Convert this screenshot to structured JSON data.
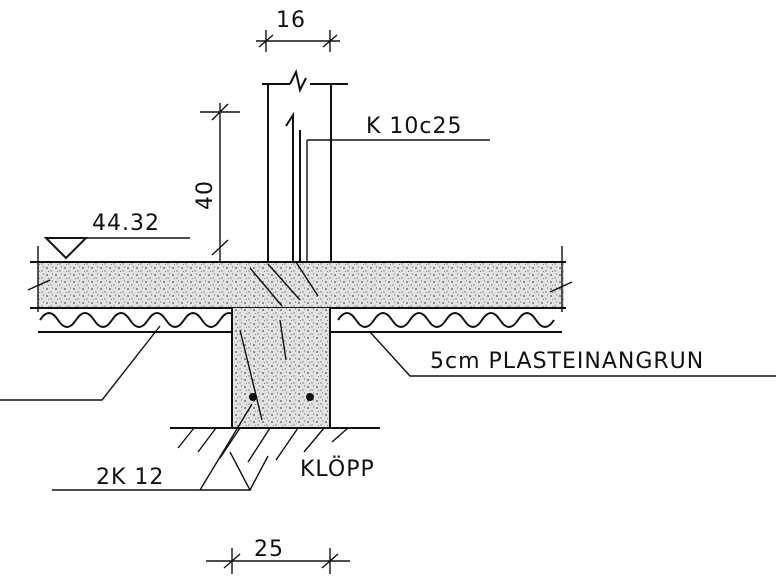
{
  "drawing": {
    "dims": {
      "wall_width": "16",
      "footing_width": "25",
      "embed_depth": "40"
    },
    "labels": {
      "elevation": "44.32",
      "dowel_rebar": "K 10c25",
      "insulation": "5cm PLASTEINANGRUN",
      "footing_rebar": "2K 12",
      "ground": "KLÖPP"
    },
    "colors": {
      "ink": "#111111",
      "concrete": "#d8d8d8",
      "paper": "#ffffff"
    }
  }
}
